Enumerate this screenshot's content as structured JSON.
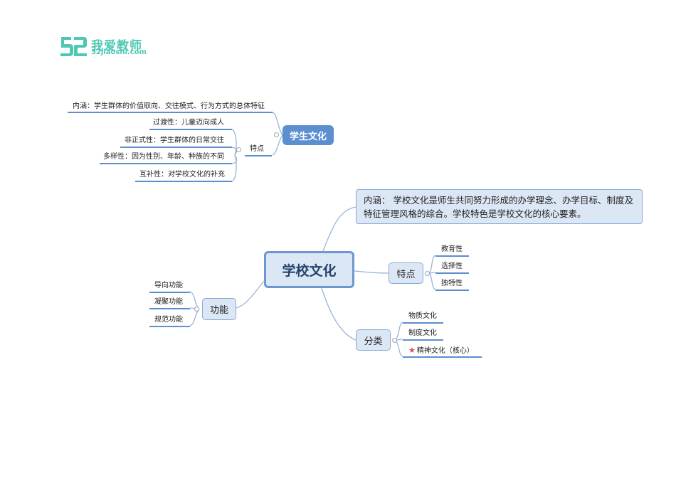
{
  "logo": {
    "main": "我爱教师",
    "sub": "52jiaoshi.com",
    "mark": "52"
  },
  "central": {
    "label": "学校文化"
  },
  "student_culture": {
    "label": "学生文化",
    "connotation": "内涵：学生群体的价值取向、交往模式、行为方式的总体特征",
    "features_label": "特点",
    "features": [
      "过渡性：儿童迈向成人",
      "非正式性：学生群体的日常交往",
      "多样性：因为性别、年龄、种族的不同",
      "互补性：对学校文化的补充"
    ]
  },
  "school_culture": {
    "connotation": "内涵： 学校文化是师生共同努力形成的办学理念、办学目标、制度及特征管理风格的综合。学校特色是学校文化的核心要素。",
    "features_label": "特点",
    "features": [
      "教育性",
      "选择性",
      "独特性"
    ],
    "types_label": "分类",
    "types": [
      "物质文化",
      "制度文化",
      "精神文化（核心）"
    ],
    "functions_label": "功能",
    "functions": [
      "导向功能",
      "凝聚功能",
      "规范功能"
    ]
  },
  "colors": {
    "branch_line": "#9ab5d8",
    "underline": "#5b8fd0",
    "topic_fill": "#dce7f5",
    "logo": "#4ec7b3",
    "star": "#e04b4b"
  },
  "icons": {
    "logo_mark": "52-logo-icon",
    "core_marker": "star-icon"
  }
}
